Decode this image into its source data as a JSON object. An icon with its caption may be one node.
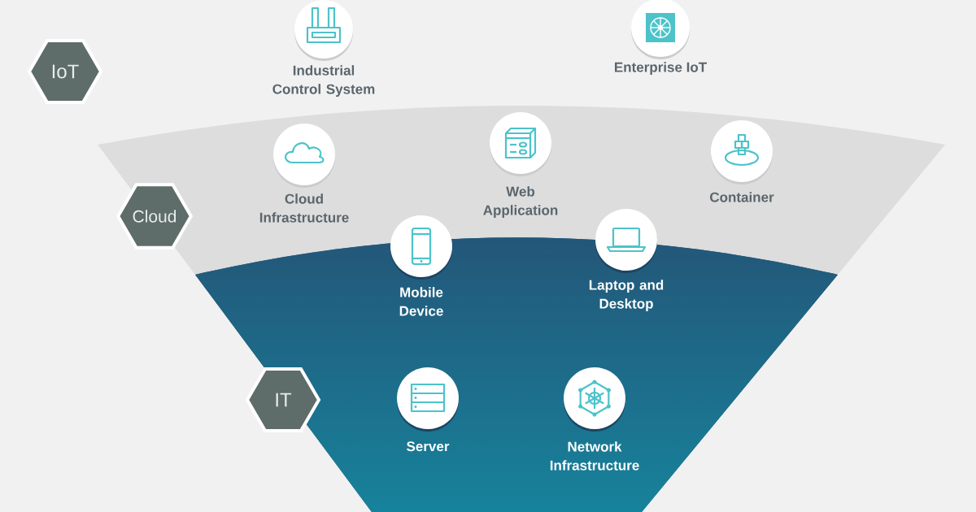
{
  "diagram": {
    "nodes": [
      {
        "text": [
          "IoT"
        ]
      },
      {
        "text": [
          "Industrial Control System"
        ]
      },
      {
        "text": [
          "Enterprise IoT"
        ]
      },
      {
        "text": [
          "Cloud"
        ]
      },
      {
        "text": [
          "Cloud Infrastructure"
        ]
      },
      {
        "text": [
          "Web Application"
        ]
      },
      {
        "text": [
          "Container"
        ]
      },
      {
        "text": [
          "Mobile Device"
        ]
      },
      {
        "text": [
          "Laptop and Desktop"
        ]
      },
      {
        "text": [
          "IT"
        ]
      },
      {
        "text": [
          "Server"
        ]
      },
      {
        "text": [
          "Network Infrastructure"
        ]
      }
    ]
  }
}
